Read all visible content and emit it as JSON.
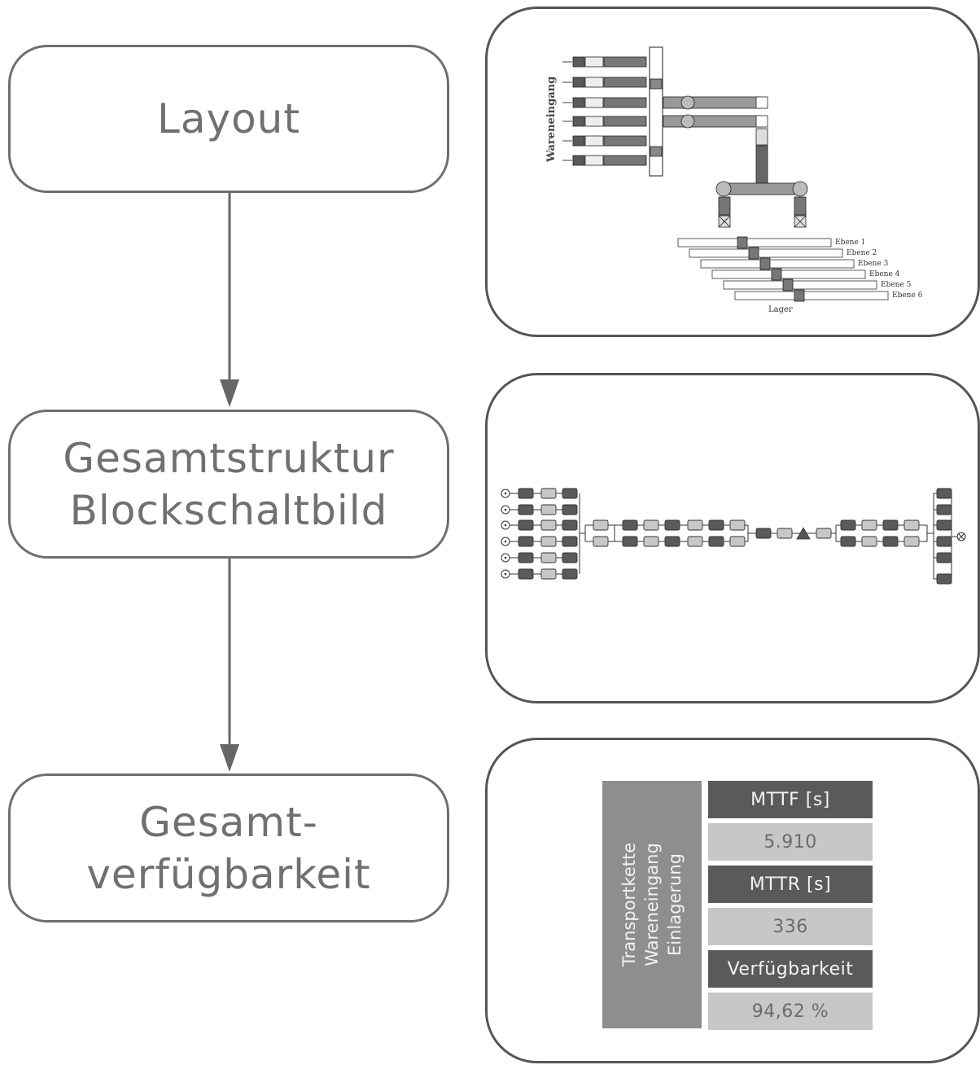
{
  "steps": {
    "layout": "Layout",
    "structure_line1": "Gesamtstruktur",
    "structure_line2": "Blockschaltbild",
    "availability_line1": "Gesamt-",
    "availability_line2": "verfügbarkeit"
  },
  "layout_panel": {
    "inbound_label": "Wareneingang",
    "levels": [
      "Ebene 1",
      "Ebene 2",
      "Ebene 3",
      "Ebene 4",
      "Ebene 5",
      "Ebene 6"
    ],
    "storage_label": "Lager"
  },
  "result_table": {
    "side_lines": [
      "Transportkette",
      "Wareneingang",
      "Einlagerung"
    ],
    "mttf_label": "MTTF [s]",
    "mttf_value": "5.910",
    "mttr_label": "MTTR [s]",
    "mttr_value": "336",
    "availability_label": "Verfügbarkeit",
    "availability_value": "94,62 %"
  },
  "colors": {
    "dark": "#5a5a5a",
    "light": "#c7c7c7",
    "side": "#8e8e8e",
    "border": "#6f6f6f"
  }
}
